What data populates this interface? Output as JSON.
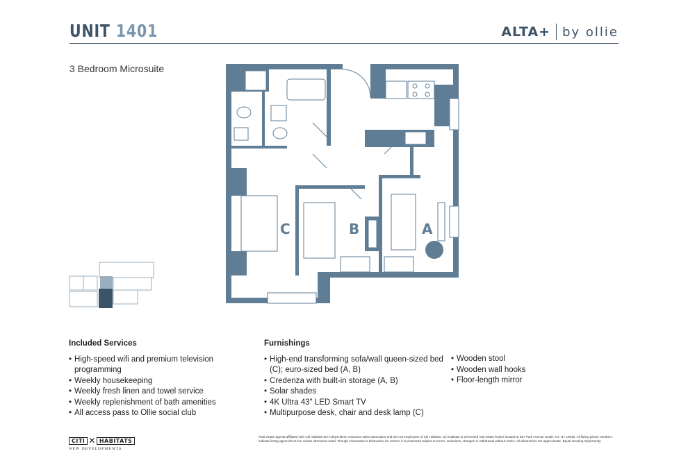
{
  "header": {
    "unit_label": "UNIT",
    "unit_number": "1401",
    "brand_name": "ALTA+",
    "brand_suffix": "by ollie",
    "subtitle": "3 Bedroom Microsuite"
  },
  "floorplan": {
    "room_labels": [
      "C",
      "B",
      "A"
    ],
    "colors": {
      "wall": "#5f7d95",
      "fixture": "#5f7d95",
      "background": "#ffffff"
    }
  },
  "included_services": {
    "heading": "Included Services",
    "items": [
      "High-speed wifi and premium television programming",
      "Weekly housekeeping",
      "Weekly fresh linen and towel service",
      "Weekly replenishment of bath amenities",
      "All access pass to Ollie social club"
    ]
  },
  "furnishings": {
    "heading": "Furnishings",
    "items_col1": [
      "High-end transforming sofa/wall queen-sized bed (C); euro-sized bed (A, B)",
      "Credenza with built-in storage (A, B)",
      "Solar shades",
      "4K Ultra 43\" LED Smart TV",
      "Multipurpose desk, chair and desk lamp (C)"
    ],
    "items_col2": [
      "Wooden stool",
      "Wooden wall hooks",
      "Floor-length mirror"
    ]
  },
  "footer": {
    "logo_left": "CITI",
    "logo_right": "HABITATS",
    "logo_sub": "NEW DEVELOPMENTS",
    "disclaimer": "Real estate agents affiliated with Citi Habitats are independent contractor sales associates and are not employees of Citi Habitats. Citi Habitats is a licensed real estate broker located at 357 Park Avenue South, NY, NY 10016. All listing phone numbers indicate listing agent direct line unless otherwise noted. Though information is believed to be correct, it is presented subject to errors, omissions, changes or withdrawal without notice. All dimensions are approximate. Equal Housing Opportunity."
  }
}
